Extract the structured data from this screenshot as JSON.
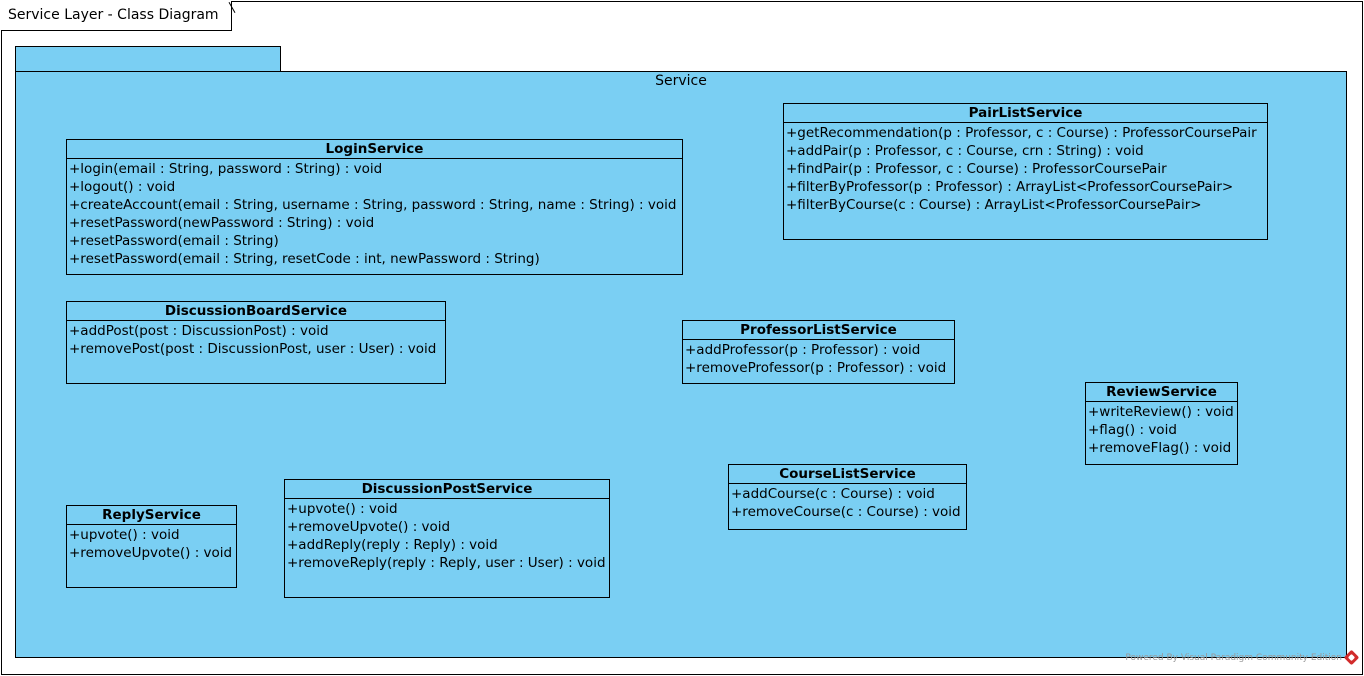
{
  "frame": {
    "title": "Service Layer - Class Diagram"
  },
  "package": {
    "name": "Service"
  },
  "classes": {
    "login": {
      "name": "LoginService",
      "ops": [
        "+login(email : String, password : String) : void",
        "+logout() : void",
        "+createAccount(email : String, username : String, password : String, name : String) : void",
        "+resetPassword(newPassword : String) : void",
        "+resetPassword(email : String)",
        "+resetPassword(email : String, resetCode : int, newPassword : String)"
      ]
    },
    "pairlist": {
      "name": "PairListService",
      "ops": [
        "+getRecommendation(p : Professor, c : Course) : ProfessorCoursePair",
        "+addPair(p : Professor, c : Course, crn : String) : void",
        "+findPair(p : Professor, c : Course) : ProfessorCoursePair",
        "+filterByProfessor(p : Professor) : ArrayList<ProfessorCoursePair>",
        "+filterByCourse(c : Course) : ArrayList<ProfessorCoursePair>"
      ]
    },
    "discussionboard": {
      "name": "DiscussionBoardService",
      "ops": [
        "+addPost(post : DiscussionPost) : void",
        "+removePost(post : DiscussionPost, user : User) : void"
      ]
    },
    "professorlist": {
      "name": "ProfessorListService",
      "ops": [
        "+addProfessor(p : Professor) : void",
        "+removeProfessor(p : Professor) : void"
      ]
    },
    "review": {
      "name": "ReviewService",
      "ops": [
        "+writeReview() : void",
        "+flag() : void",
        "+removeFlag() : void"
      ]
    },
    "courselist": {
      "name": "CourseListService",
      "ops": [
        "+addCourse(c : Course) : void",
        "+removeCourse(c : Course) : void"
      ]
    },
    "reply": {
      "name": "ReplyService",
      "ops": [
        "+upvote() : void",
        "+removeUpvote() : void"
      ]
    },
    "discussionpost": {
      "name": "DiscussionPostService",
      "ops": [
        "+upvote() : void",
        "+removeUpvote() : void",
        "+addReply(reply : Reply) : void",
        "+removeReply(reply : Reply, user : User) : void"
      ]
    }
  },
  "watermark": "Powered By Visual Paradigm Community Edition",
  "colors": {
    "package_fill": "#7acff3",
    "line": "#000000"
  }
}
